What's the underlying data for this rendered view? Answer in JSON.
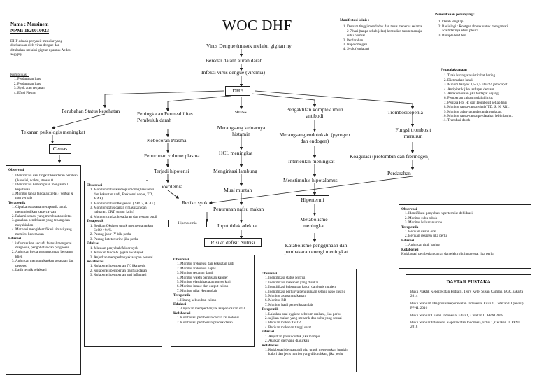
{
  "header": {
    "name": "Nama : Marsinem",
    "npm": "NPM: 1820010023",
    "title": "WOC DHF"
  },
  "definition": "DHF adalah penyakit menular yang disebabkan oleh virus dengue dan ditularkan melalui gigitan nyamuk Aedes aegypty",
  "komplikasi": {
    "title": "Komplikasi :",
    "items": [
      "Perdarahan luas",
      "Perdarahan luas",
      "Syok atau renjatan",
      "Efusi Pleura"
    ]
  },
  "manifestasi": {
    "title": "Manifestasi klinis :",
    "items": [
      "Demam tinggi mendadak dan terus menerus selama 2-7 hari (tanpa sebab jelas) kemudian turun menuju suhu normal",
      "Perdarahan",
      "Hepatomegali",
      "Syok (renjatan)"
    ]
  },
  "pemeriksaan": {
    "title": "Pemeriksaan penunjang :",
    "items": [
      "Darah lengkap",
      "Radiologi : Rontgen thorax untuk mengamati ada tidaknya efusi pleura.",
      "Rumple leed test"
    ]
  },
  "penatalaksanaan": {
    "title": "Penatalaksanaan",
    "items": [
      "Tirah baring atau istirahat baring",
      "Diet makan lunak",
      "Minum banyak 1,5-2,5 liter/24 jam dapat",
      "Antipiretik jika terdapat demam",
      "Antikonvulsan jika terdapat kejang",
      "Pemberian cairan melalui infus",
      "Periksa Hb, Ht dan Trombosit setiap hari",
      "Monitor tanda-tanda vital ( TD, S, N, RR).",
      "Monitor adanya tanda-tanda renjatan.",
      "Monitor tanda-tanda perdarahan lebih lanjut.",
      "Transfusi darah"
    ]
  },
  "flow": {
    "virus": "Virus Dengue (masuk melalui gigitan ny",
    "beredar": "Beredar dalam aliran darah",
    "infeksi": "Infeksi virus dengue (viremia)",
    "dhf": "DHF",
    "perubahan_status": "Perubahan Status kesehatan",
    "tekanan_psikologi": "Tekanan psikologis meningkat",
    "cemas": "Cemas",
    "permeabilitas": "Peningkatan Permeabilitas Pembuluh darah",
    "kebocoran": "Kebocoran Plasma",
    "penurunan_volume": "Penurunan volume plasma",
    "hipotensi": "Terjadi hipotensi",
    "hipovolemia": "Hipovolemia",
    "resiko_syok": "Resiko syok",
    "stress": "stress",
    "merangsang_histamin": "Merangsang keluarnya histamin",
    "hcl": "HCL meningkat",
    "iritasi": "Mengiritasi lambung",
    "mual": "Mual muntah",
    "penurunan_nafsu": "Penurunan nafsu makan",
    "intake": "Input tidak adekuat",
    "resiko_defisit": "Risiko defisit Nutrisi",
    "kompleks_imun": "Pengaktifan komplek imun antibodi",
    "endotoksin": "Merangsang endotoksin (pyrogen dan endogen)",
    "interleukin": "Interleukin meningkat",
    "hipotalamus": "Menstimulus hipotalamus",
    "hipertermi": "Hipertermi",
    "metabolisme": "Metabolisme meningkat",
    "katabolisme": "Katabolisme penggunaan dan pembakaran energi meningkat",
    "trombositopenia": "Trombositopenia",
    "fungsi_trombosit": "Fungsi trombosit menurun",
    "koagulasi": "Koagulasi (protombin dan fibrinogen)",
    "perdarahan": "Perdarahan",
    "hipovolemia_small": "Hipovolemia"
  },
  "obs_cemas": {
    "title": "Observasi",
    "obs": [
      "Identifikasi saat tingkat kesadaran berubah ( kondisi, waktu, stresor 0",
      "Identifikasi kemampuan mengambil keputusan",
      "Monitor tanda tanda anxietas ( verbal & non verbal)"
    ],
    "terapeutik_title": "Terapeutik",
    "terapeutik": [
      "Ciptakan suasanan terapeutik untuk menumbuhkan kepercayaan",
      "Pahami situasi yang membuat anxietas",
      "gunakan pendekatan yang tenang dan meyakinkan",
      "Motivasi mengidentifikasi situasi yang memicu kecemasan"
    ],
    "edukasi_title": "Edukasi",
    "edukasi": [
      "informasikan secarfa faktual mengenai diagnosis, pengobatan dan prognosis",
      "Anjurkan keluarga untuk tetap bersama klien",
      "Anjurkan mengungkapkan perasaan dan persepsi",
      "Latih tehnik relaksasi"
    ]
  },
  "obs_syok": {
    "title": "Observasi",
    "obs": [
      "Monitor status kardiopulmonal(Frekuensi dan kekuatan nadi, Frekuensi napas, TD, MAP)",
      "Monitor status Oksigenasi ( SPO2, AGD )",
      "Monitor status cairan ( masukan dan haluaran, CRT, turgor kulit)",
      "Monitor tingkat kesadaran dan respon pupil"
    ],
    "terapeutik_title": "Terapeutik",
    "terapeutik": [
      "Berikan Oksigen untuk mempertahankan SpO2 >94%",
      "Pasang jalur IV bila perlu",
      "Pasang kateter urine jika perlu"
    ],
    "edukasi_title": "Edukasi",
    "edukasi": [
      "Jelaskan penyebab/faktor syok",
      "Jelaskan tanda & gejala awal syok",
      "Anjurkan memperbanyak asupan peroral"
    ],
    "kolab_title": "Kolaborasi",
    "kolab": [
      "Kolaborasi pemberian IV, jika perlu",
      "Kolaborasi pemberian tranfusi darah",
      "Kolaborasi pemberian anti inflamasi"
    ]
  },
  "obs_hipovolemia": {
    "title": "Observasi",
    "obs": [
      "Monitor frekuensi dan kekuatan nadi",
      "Monitor frekuensi napas",
      "Monitor tekanan darah",
      "Monitor waktu pengisian kapiler",
      "Monitor elastisitas atau turgor kulit",
      "Monitor intake dan output cairan",
      "Monitor nilai Hematokrit"
    ],
    "terapeutik_title": "Terapeutik",
    "terapeutik": [
      "Hitung kebutuhan cairan"
    ],
    "edukasi_title": "Edukasi",
    "edukasi": [
      "Anjurkan memperbanyak asupan cairan oral"
    ],
    "kolab_title": "Kolaborasi",
    "kolab": [
      "Kolaborasi pemberian cairan IV isotonis",
      "Kolaborasi pemberian produk darah"
    ]
  },
  "obs_nutrisi": {
    "title": "Observasi",
    "obs": [
      "Identifikasi status Nutrisi",
      "Identifikasi makanan yang disukai",
      "Identifikasi kebutuhan kalori dan jenis nutrien",
      "Identifikasi perlunya penggunaan selang naso gastric",
      "Monitor asupan makanan",
      "Monitor BB",
      "Monitor hasil pemeriksaan lab"
    ],
    "terapeutik_title": "Terapeutik",
    "terapeutik": [
      "Lakukan oral hygiene sebelum makan , jika perlu",
      "sajikan makan yang menarik dan suhu yang sesuai",
      "Berikan makan TKTP",
      "Berikan makanan tinggi serat"
    ],
    "edukasi_title": "Edukasi",
    "edukasi": [
      "Anjurkan posisi duduk jika mampu",
      "Ajarkan diet yang diajurkan"
    ],
    "kolab_title": "Kolaborasi",
    "kolab": [
      "Kolaborasi dengan ahli gizi untuk menentukan jumlah kalori dan jenis nutrien yang dibutuhkan, jika perlu"
    ]
  },
  "obs_hipertermi": {
    "title": "Observasi",
    "obs": [
      "Identifikasi penyebab hipertermia: dehidrasi,",
      "Monitor suhu tubuh",
      "Monitor haluaran urine"
    ],
    "terapeutik_title": "Terapeutik",
    "terapeutik": [
      "Berikan cairan oral",
      "Berikan oksigen jika perlu"
    ],
    "edukasi_title": "Edukasi",
    "edukasi": [
      "Anjurkan tirah baring"
    ],
    "kolab_title": "Kolaborasi",
    "kolab_text": "Kolaborasi pemberian cairan dan elektrolit intravena, jika perlu"
  },
  "pustaka": {
    "title": "DAFTAR PUSTAKA",
    "items": [
      "Buku Praktik Keperawatan Pediatri, Terry Kyle, Susan Carman. EGC, jakarta 2014",
      "Buku Standart Diagnosis Keperawatan Indonesia, Edisi 1, Cetakan III (revisi). PPNI, 2016",
      "Buku Standar Luaran Indonesia, Edisi 1, Cetakan II. PPNI 2018",
      "Buku Standar Intervensi Keperawatan Indonesia, Edisi 1, Cetakan II. PPNI 2018"
    ]
  }
}
